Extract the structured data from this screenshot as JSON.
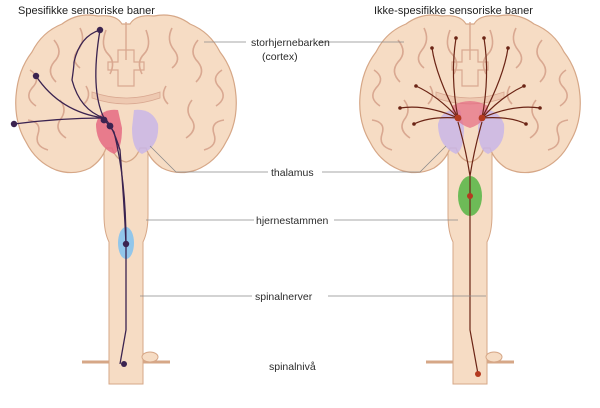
{
  "left_panel": {
    "title": "Spesifikke sensoriske baner"
  },
  "right_panel": {
    "title": "Ikke-spesifikke sensoriske baner"
  },
  "labels": {
    "cortex_line1": "storhjernebarken",
    "cortex_line2": "(cortex)",
    "thalamus": "thalamus",
    "brainstem": "hjernestammen",
    "spinal_nerves": "spinalnerver",
    "spinal_level": "spinalnivå"
  },
  "colors": {
    "tissue": "#f6dcc4",
    "tissue_outline": "#d6a787",
    "gyri_lines": "#d9a891",
    "left_pathway": "#3b2350",
    "right_pathway": "#6b2415",
    "right_pathway_alt": "#b43a20",
    "thalamus_pink": "#e56a83",
    "thalamus_lavender": "#c9b6e8",
    "brainstem_nucleus_blue": "#92c6ea",
    "reticular_green": "#6dbb57"
  }
}
